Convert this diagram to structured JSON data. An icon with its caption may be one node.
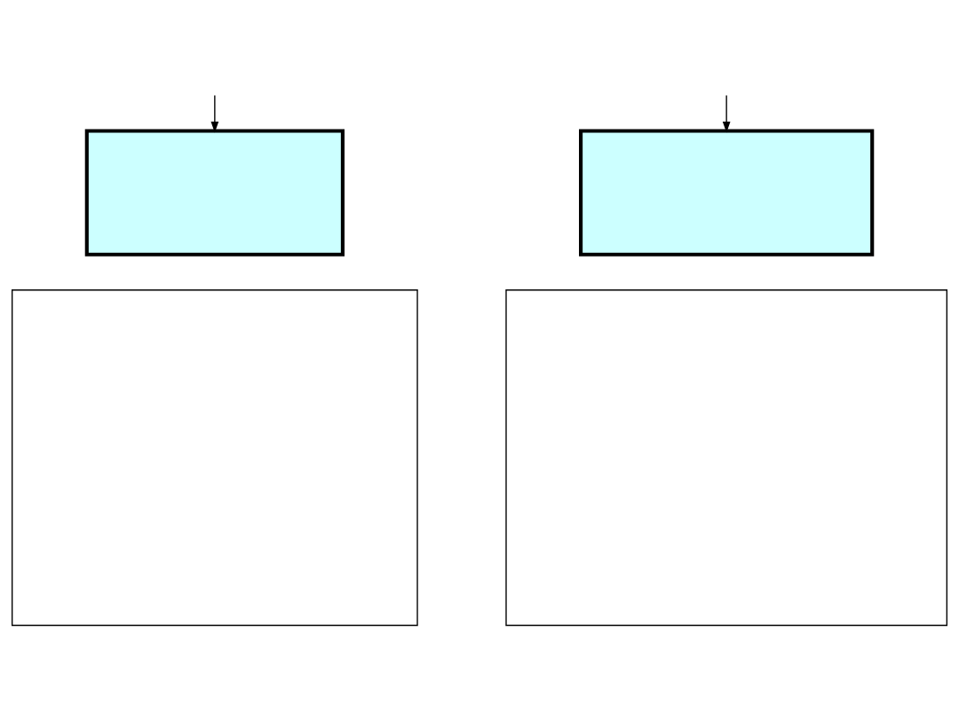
{
  "diagram": {
    "nodes": [
      {
        "text": [],
        "shape": "box"
      },
      {
        "text": [],
        "shape": "box"
      },
      {
        "text": [],
        "shape": "box"
      },
      {
        "text": [],
        "shape": "box"
      }
    ],
    "edges": [
      {
        "from": null,
        "to": 0,
        "arrow": "to"
      },
      {
        "from": null,
        "to": 1,
        "arrow": "to"
      }
    ]
  }
}
